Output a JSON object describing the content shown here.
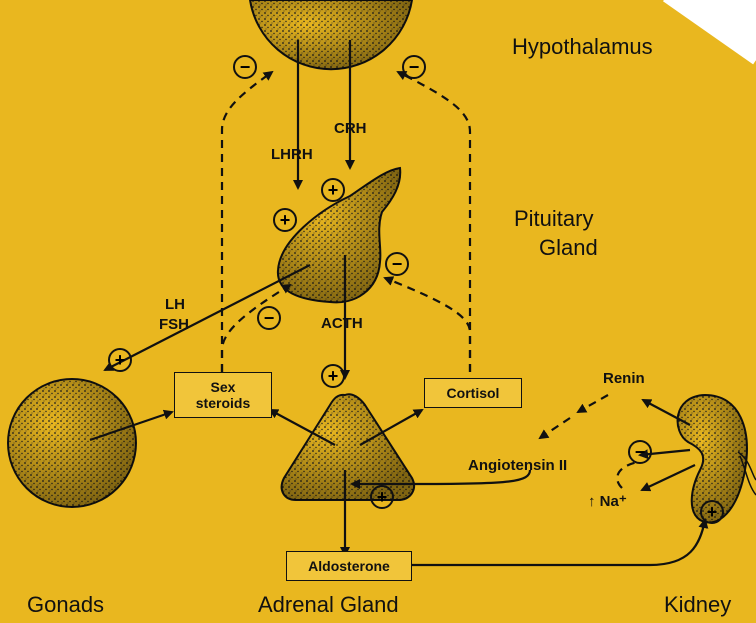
{
  "labels": {
    "hypothalamus": "Hypothalamus",
    "pituitary_line1": "Pituitary",
    "pituitary_line2": "Gland",
    "gonads": "Gonads",
    "adrenal_gland": "Adrenal Gland",
    "kidney": "Kidney",
    "lhrh": "LHRH",
    "crh": "CRH",
    "acth": "ACTH",
    "lh": "LH",
    "fsh": "FSH",
    "renin": "Renin",
    "angiotensin": "Angiotensin II",
    "sodium": "↑ Na⁺"
  },
  "boxes": {
    "sex_steroids_line1": "Sex",
    "sex_steroids_line2": "steroids",
    "cortisol": "Cortisol",
    "aldosterone": "Aldosterone"
  },
  "signs": {
    "plus": "+",
    "minus": "−"
  },
  "colors": {
    "background": "#e9b71f",
    "ink": "#111111"
  }
}
